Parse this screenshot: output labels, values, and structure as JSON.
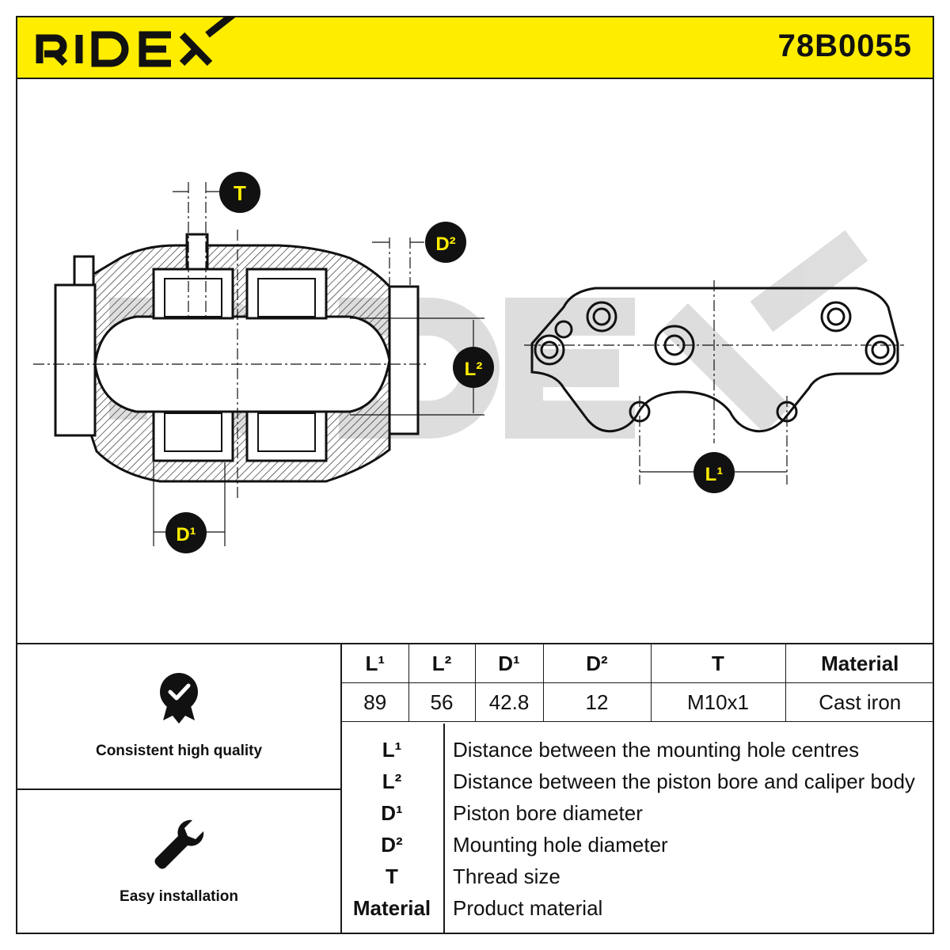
{
  "brand": {
    "logo_text": "RIDEX",
    "part_number": "78B0055",
    "accent_color": "#ffed00"
  },
  "drawing": {
    "watermark": "RIDEX",
    "callouts": {
      "T": "T",
      "D2": "D²",
      "L2": "L²",
      "D1": "D¹",
      "L1": "L¹"
    }
  },
  "features": [
    {
      "icon": "quality-badge-icon",
      "label": "Consistent high quality"
    },
    {
      "icon": "wrench-icon",
      "label": "Easy installation"
    }
  ],
  "spec_table": {
    "headers": [
      "L¹",
      "L²",
      "D¹",
      "D²",
      "T",
      "Material"
    ],
    "values": [
      "89",
      "56",
      "42.8",
      "12",
      "M10x1",
      "Cast iron"
    ]
  },
  "legend": [
    {
      "symbol": "L¹",
      "description": "Distance between the mounting hole centres"
    },
    {
      "symbol": "L²",
      "description": "Distance between the piston bore and caliper body"
    },
    {
      "symbol": "D¹",
      "description": "Piston bore diameter"
    },
    {
      "symbol": "D²",
      "description": "Mounting hole diameter"
    },
    {
      "symbol": "T",
      "description": "Thread size"
    },
    {
      "symbol": "Material",
      "description": "Product material"
    }
  ]
}
